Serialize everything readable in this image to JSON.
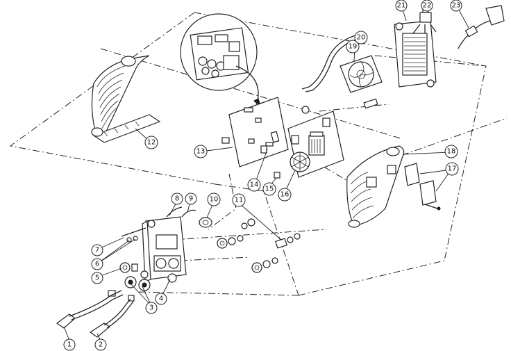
{
  "callouts": [
    {
      "id": "p1",
      "label": "1"
    },
    {
      "id": "p2",
      "label": "2"
    },
    {
      "id": "p3",
      "label": "3"
    },
    {
      "id": "p4",
      "label": "4"
    },
    {
      "id": "p5",
      "label": "5"
    },
    {
      "id": "p6",
      "label": "6"
    },
    {
      "id": "p7",
      "label": "7"
    },
    {
      "id": "p8",
      "label": "8"
    },
    {
      "id": "p9",
      "label": "9"
    },
    {
      "id": "p10",
      "label": "10"
    },
    {
      "id": "p11",
      "label": "11"
    },
    {
      "id": "p12",
      "label": "12"
    },
    {
      "id": "p13",
      "label": "13"
    },
    {
      "id": "p14",
      "label": "14"
    },
    {
      "id": "p15",
      "label": "15"
    },
    {
      "id": "p16",
      "label": "16"
    },
    {
      "id": "p17",
      "label": "17"
    },
    {
      "id": "p18",
      "label": "18"
    },
    {
      "id": "p19",
      "label": "19"
    },
    {
      "id": "p20",
      "label": "20"
    },
    {
      "id": "p21",
      "label": "21"
    },
    {
      "id": "p22",
      "label": "22"
    },
    {
      "id": "p23",
      "label": "23"
    }
  ]
}
